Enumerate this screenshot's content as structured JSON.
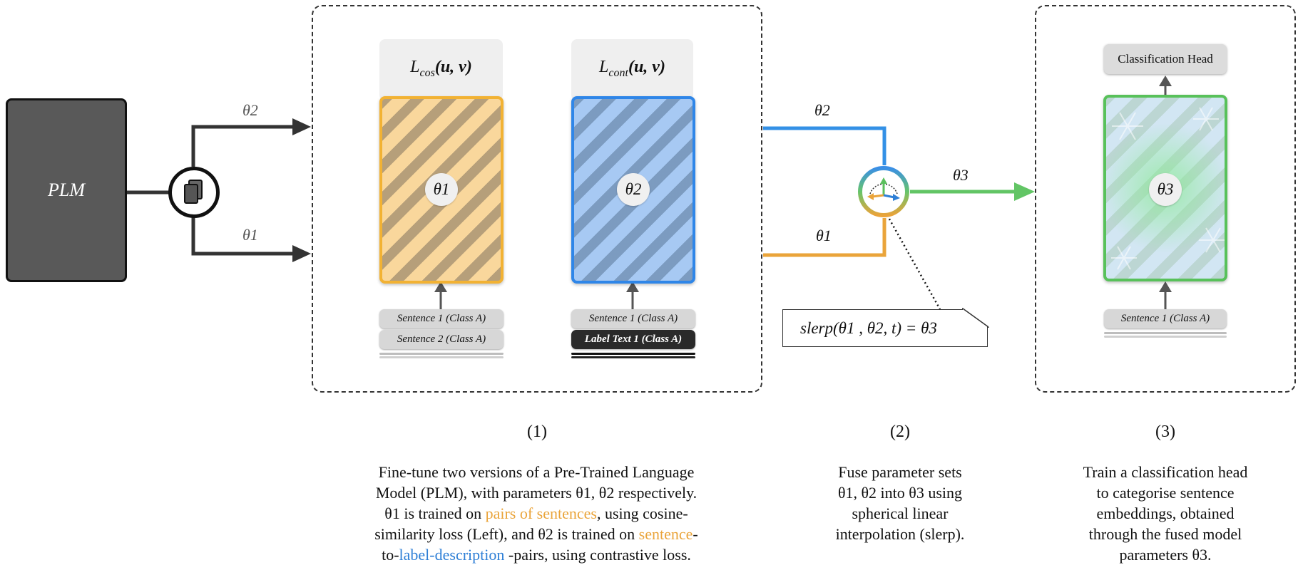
{
  "plm": {
    "label": "PLM"
  },
  "branch": {
    "top_label": "θ2",
    "bottom_label": "θ1"
  },
  "stage1": {
    "left": {
      "loss_main": "L",
      "loss_sub": "cos",
      "loss_args": "(u, v)",
      "param": "θ1",
      "inputs": [
        "Sentence 1 (Class A)",
        "Sentence 2 (Class A)"
      ]
    },
    "right": {
      "loss_main": "L",
      "loss_sub": "cont",
      "loss_args": "(u, v)",
      "param": "θ2",
      "inputs": [
        "Sentence 1 (Class A)",
        "Label Text 1 (Class A)"
      ]
    }
  },
  "fusion": {
    "in_top_label": "θ2",
    "in_bottom_label": "θ1",
    "out_label": "θ3",
    "formula": "slerp(θ1 , θ2, t) = θ3"
  },
  "stage3": {
    "head": "Classification Head",
    "param": "θ3",
    "input": "Sentence 1 (Class A)"
  },
  "steps": [
    {
      "number": "(1)",
      "lines": [
        [
          "Fine-tune two versions of a Pre-Trained Language"
        ],
        [
          "Model (PLM), with parameters θ1, θ2 respectively."
        ],
        [
          "θ1 is trained on ",
          {
            "t": "pairs of sentences",
            "c": "orange"
          },
          ", using cosine-"
        ],
        [
          "similarity loss (Left), and θ2 is trained on  ",
          {
            "t": "sentence",
            "c": "orange"
          },
          "-"
        ],
        [
          "to-",
          {
            "t": "label-description",
            "c": "blue"
          },
          " -pairs, using contrastive loss."
        ]
      ]
    },
    {
      "number": "(2)",
      "lines": [
        [
          "Fuse parameter sets"
        ],
        [
          "θ1, θ2  into θ3 using"
        ],
        [
          "spherical linear"
        ],
        [
          "interpolation (slerp)."
        ]
      ]
    },
    {
      "number": "(3)",
      "lines": [
        [
          "Train a classification head"
        ],
        [
          "to categorise sentence"
        ],
        [
          "embeddings, obtained"
        ],
        [
          "through the fused model"
        ],
        [
          "parameters θ3."
        ]
      ]
    }
  ],
  "colors": {
    "orange": "#eaa43a",
    "blue": "#2e7fd6",
    "green": "#5cbf5e",
    "dark": "#333333"
  }
}
